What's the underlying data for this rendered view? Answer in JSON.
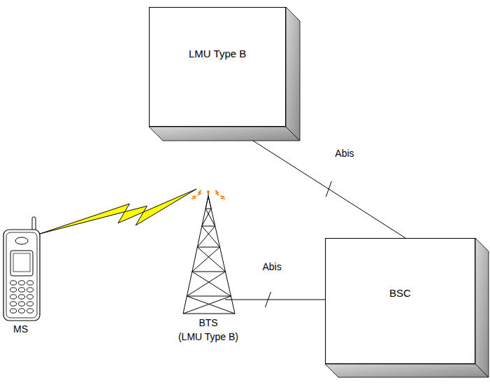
{
  "diagram": {
    "nodes": [
      {
        "text": [
          "LMU Type B"
        ]
      },
      {
        "text": [
          "BSC"
        ]
      },
      {
        "text": [
          "MS"
        ]
      },
      {
        "text": [
          "BTS",
          "(LMU Type B)"
        ]
      }
    ],
    "edges": [
      {
        "from": 0,
        "to": 1,
        "label": "Abis",
        "arrow": "none"
      },
      {
        "from": 3,
        "to": 1,
        "label": "Abis",
        "arrow": "none"
      },
      {
        "from": 2,
        "to": 3,
        "arrow": "none"
      }
    ]
  }
}
